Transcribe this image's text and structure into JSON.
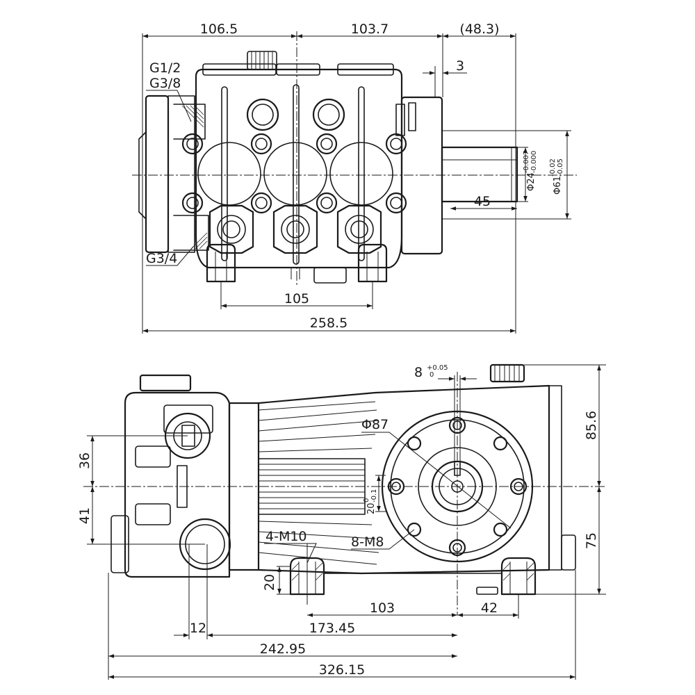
{
  "top_view": {
    "dim_width_left": "106.5",
    "dim_width_right": "103.7",
    "dim_shaft_extension": "(48.3)",
    "dim_shoulder": "3",
    "port_inlet_1": "G1/2",
    "port_inlet_2": "G3/8",
    "port_outlet": "G3/4",
    "dim_shaft_diameter": "Φ24",
    "dim_shaft_diameter_tol_upper": "-0.007",
    "dim_shaft_diameter_tol_lower": "-0.000",
    "dim_flange_diameter": "Φ61",
    "dim_flange_diameter_tol_upper": "-0.02",
    "dim_flange_diameter_tol_lower": "-0.05",
    "dim_shaft_length": "45",
    "dim_foot_spacing": "105",
    "dim_overall_width": "258.5"
  },
  "side_view": {
    "dim_key_width": "8",
    "dim_key_width_tol_upper": "+0.05",
    "dim_key_width_tol_lower": "0",
    "dim_bolt_circle": "Φ87",
    "dim_upper_height": "85.6",
    "dim_lower_height": "75",
    "dim_port_upper_offset": "36",
    "dim_port_lower_offset": "41",
    "dim_key_depth": "20",
    "dim_key_depth_tol_upper": "0",
    "dim_key_depth_tol_lower": "-0.1",
    "thread_mount_holes": "4-M10",
    "thread_flange_holes": "8-M8",
    "dim_foot_hole_depth": "20",
    "dim_foot_to_shaft": "103",
    "dim_shaft_to_foot": "42",
    "dim_port_width": "12",
    "dim_port_to_shaft": "173.45",
    "dim_end_to_shaft": "242.95",
    "dim_overall_length": "326.15"
  }
}
